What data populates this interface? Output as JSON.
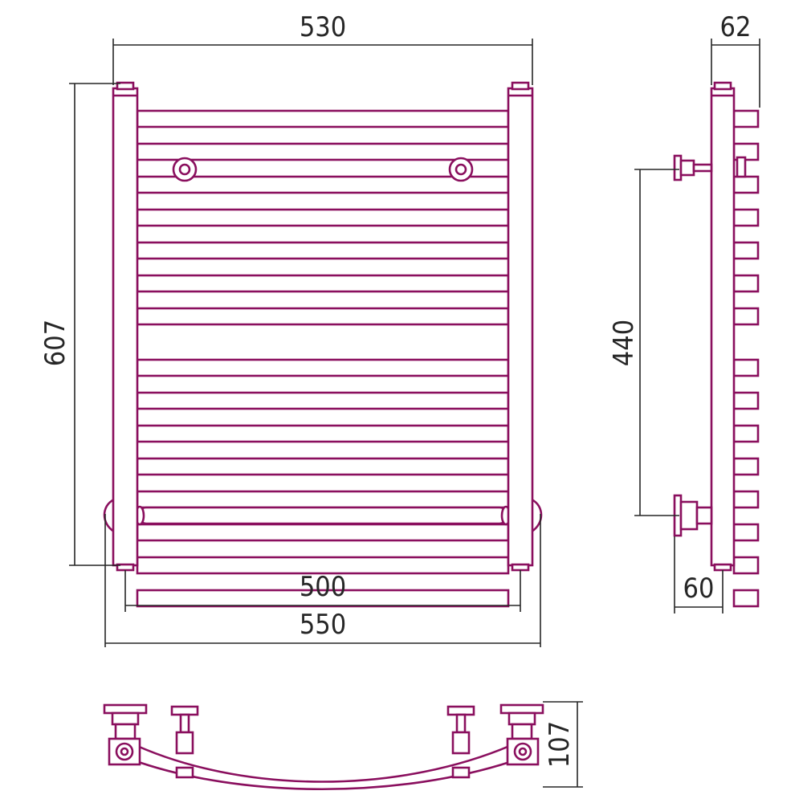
{
  "colors": {
    "outline": "#8a0f5e",
    "dimension": "#262626",
    "background": "#ffffff"
  },
  "dimensions": {
    "overall_width": "530",
    "depth_top": "62",
    "height": "607",
    "mount_spacing": "440",
    "inlet_spacing": "500",
    "total_width": "550",
    "wall_offset": "60",
    "curve_depth": "107"
  },
  "drawing": {
    "rung_groups": [
      7,
      8
    ]
  }
}
